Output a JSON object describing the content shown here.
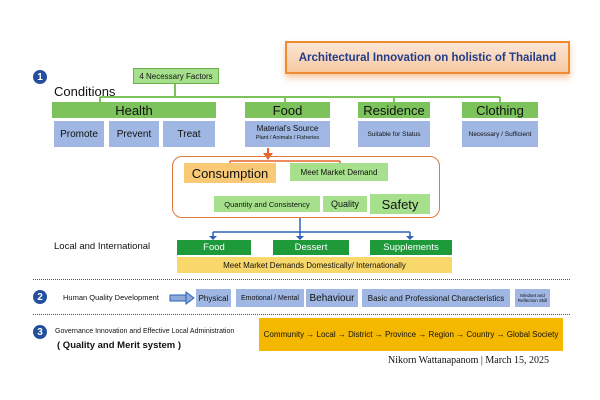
{
  "title": "Architectural Innovation on holistic of Thailand",
  "section1": {
    "number": "1",
    "conditions": "Conditions",
    "factors": "4 Necessary Factors",
    "health": {
      "label": "Health",
      "items": [
        "Promote",
        "Prevent",
        "Treat"
      ]
    },
    "food": {
      "label": "Food",
      "source": "Material's Source",
      "source_sub": "Plant / Animals / Fisheries"
    },
    "residence": {
      "label": "Residence",
      "detail": "Suitable for Status"
    },
    "clothing": {
      "label": "Clothing",
      "detail": "Necessary / Sufficient"
    },
    "consumption": "Consumption",
    "market_demand": "Meet Market Demand",
    "quantity": "Quantity and Consistency",
    "quality": "Quality",
    "safety": "Safety",
    "local_international": "Local and International",
    "products": [
      "Food",
      "Dessert",
      "Supplements"
    ],
    "market_bar": "Meet Market Demands Domestically/ Internationally"
  },
  "section2": {
    "number": "2",
    "label": "Human Quality Development",
    "items": [
      "Physical",
      "Emotional / Mental",
      "Behaviour",
      "Basic and Professional Characteristics",
      "Mindset and Reflection Skill"
    ]
  },
  "section3": {
    "number": "3",
    "label": "Governance Innovation and Effective Local Administration",
    "sub": "( Quality and Merit system )",
    "chain": "Community → Local → District → Province → Region → Country → Global Society"
  },
  "footer": "Nikorn Wattanapanom | March 15, 2025",
  "colors": {
    "blue_box": "#9fb7e2",
    "green_header": "#7cc35b",
    "dark_green": "#1e9a3a",
    "orange_border": "#f08a33",
    "yellow_bar": "#f8d86a",
    "accent_blue": "#234f9e"
  }
}
